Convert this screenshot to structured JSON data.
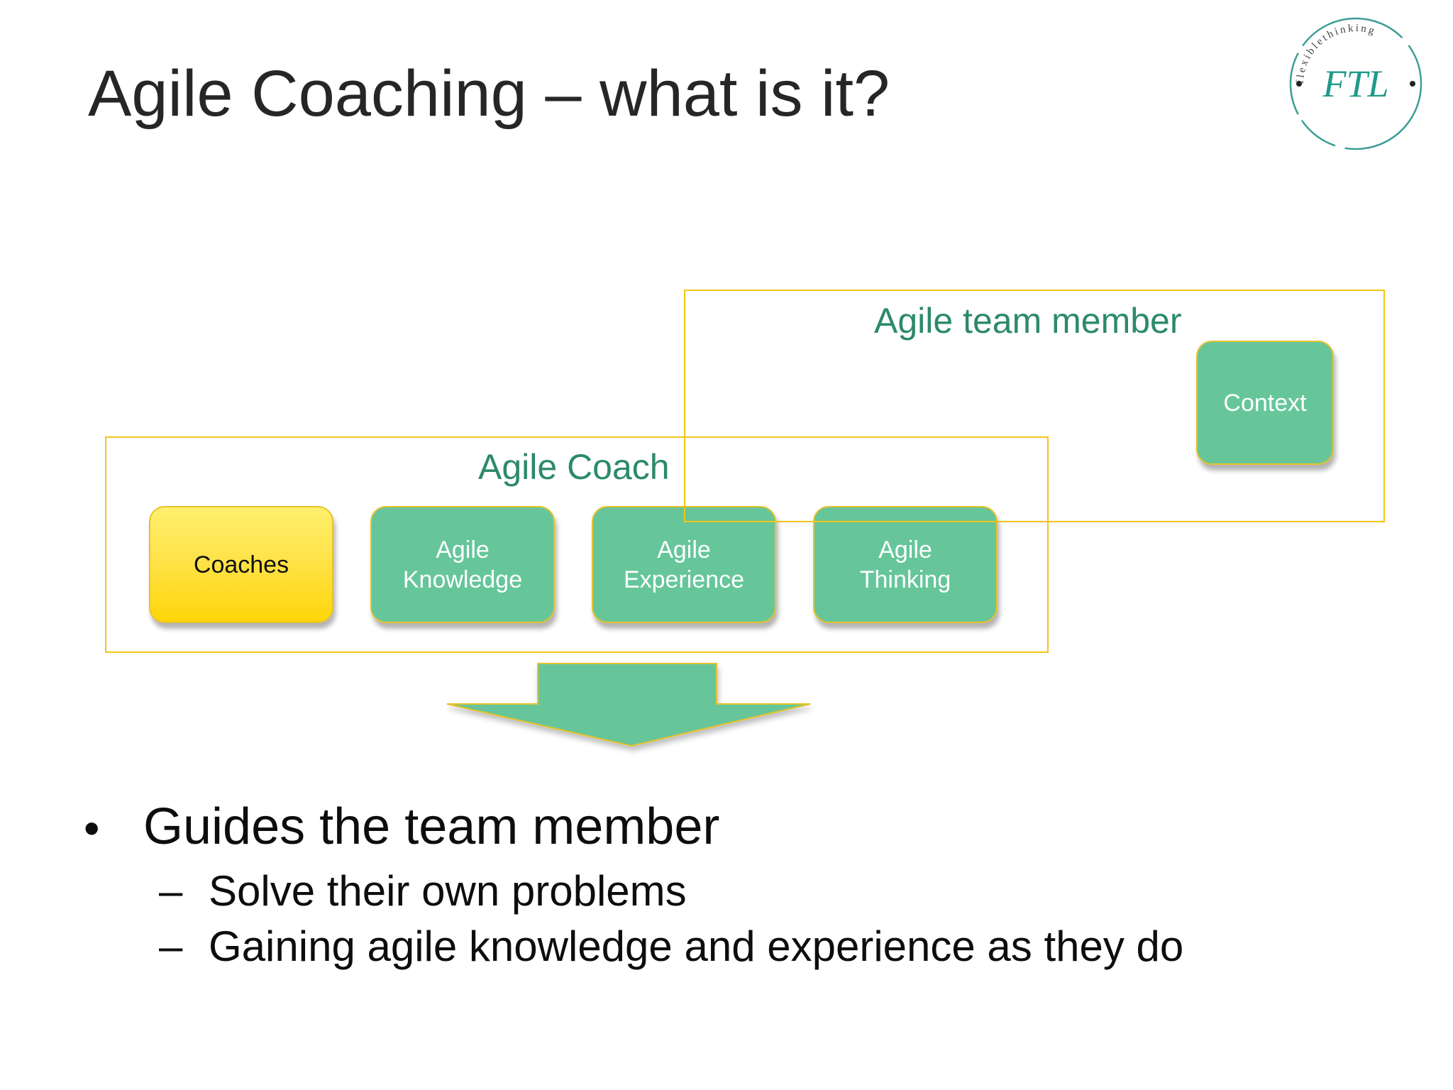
{
  "slide": {
    "title": "Agile Coaching – what is it?"
  },
  "logo": {
    "text": "FTL",
    "ring_text": "flexiblethinking",
    "accent_color": "#1f9a8a"
  },
  "diagram": {
    "team_member_group": {
      "label": "Agile team member",
      "nodes": [
        {
          "id": "context",
          "lines": [
            "Context"
          ]
        }
      ]
    },
    "coach_group": {
      "label": "Agile Coach",
      "nodes": [
        {
          "id": "coaches",
          "lines": [
            "Coaches"
          ]
        },
        {
          "id": "agile-knowledge",
          "lines": [
            "Agile",
            "Knowledge"
          ]
        },
        {
          "id": "agile-experience",
          "lines": [
            "Agile",
            "Experience"
          ]
        },
        {
          "id": "agile-thinking",
          "lines": [
            "Agile",
            "Thinking"
          ]
        }
      ]
    },
    "colors": {
      "group_border": "#f2c418",
      "group_label": "#2c8a69",
      "node_green": "#66c69a",
      "node_yellow": "#ffe34a",
      "node_border": "#e7c22a"
    }
  },
  "bullets": {
    "main": {
      "mark": "•",
      "text": "Guides the team member"
    },
    "sub": [
      {
        "mark": "–",
        "text": "Solve their own problems"
      },
      {
        "mark": "–",
        "text": "Gaining agile knowledge and experience as they do"
      }
    ]
  }
}
